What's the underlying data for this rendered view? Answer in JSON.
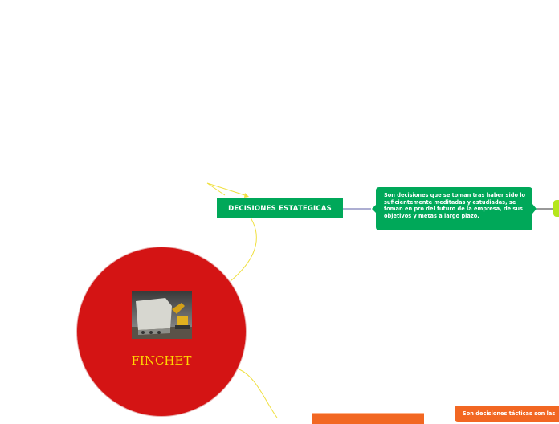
{
  "central": {
    "title": "FINCHET",
    "image": "excavator-photo",
    "color": "#d41414",
    "title_color": "#ffd700"
  },
  "topics": {
    "estrategicas": {
      "label": "DECISIONES ESTATEGICAS",
      "color": "#00a859",
      "note": "Son decisiones que se toman tras haber sido lo suficientemente meditadas y estudiadas, se toman en pro del futuro de la empresa, de sus objetivos y metas a largo plazo."
    },
    "tacticas": {
      "color": "#f26722",
      "note": "Son decisiones tácticas son las"
    }
  },
  "connector_colors": {
    "main": "#f0e040",
    "to_note": "#5b5ea6",
    "to_next": "#333333"
  }
}
